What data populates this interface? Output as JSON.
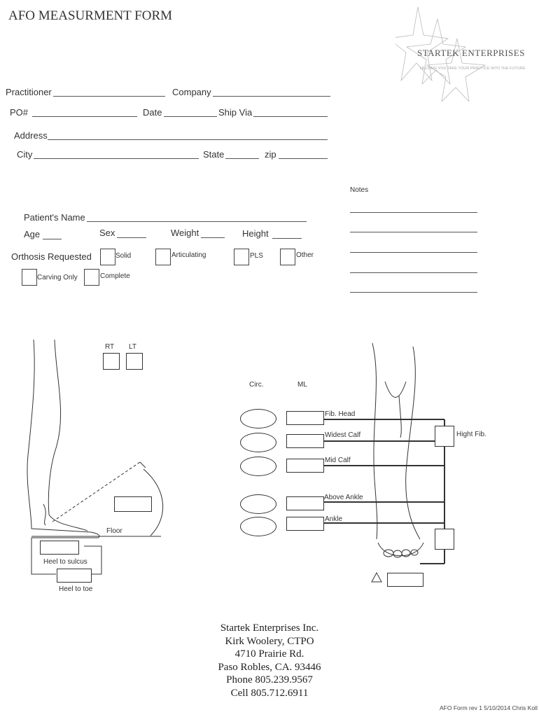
{
  "title": "AFO MEASURMENT FORM",
  "logo": {
    "name": "STARTEK ENTERPRISES",
    "tagline": "HELPING YOU TAKE YOUR PRACTICE INTO THE FUTURE"
  },
  "fields": {
    "practitioner": "Practitioner",
    "company": "Company",
    "po": "PO#",
    "date": "Date",
    "ship_via": "Ship Via",
    "address": "Address",
    "city": "City",
    "state": "State",
    "zip": "zip",
    "patient_name": "Patient's Name",
    "age": "Age",
    "sex": "Sex",
    "weight": "Weight",
    "height": "Height"
  },
  "notes_label": "Notes",
  "orthosis": {
    "label": "Orthosis Requested",
    "options": [
      "Solid",
      "Articulating",
      "PLS",
      "Other",
      "Carving Only",
      "Complete"
    ]
  },
  "diagram": {
    "rt": "RT",
    "lt": "LT",
    "circ": "Circ.",
    "ml": "ML",
    "floor": "Floor",
    "heel_to_sulcus": "Heel to sulcus",
    "heel_to_toe": "Heel to toe",
    "fib_head": "Fib. Head",
    "widest_calf": "Widest Calf",
    "mid_calf": "Mid Calf",
    "above_ankle": "Above Ankle",
    "ankle": "Ankle",
    "hight_fib": "Hight Fib."
  },
  "footer": {
    "lines": [
      "Startek Enterprises Inc.",
      "Kirk Woolery,  CTPO",
      "4710 Prairie Rd.",
      "Paso Robles, CA. 93446",
      "Phone 805.239.9567",
      "Cell 805.712.6911"
    ],
    "revision": "AFO Form rev 1 5/10/2014 Chris Koll"
  }
}
